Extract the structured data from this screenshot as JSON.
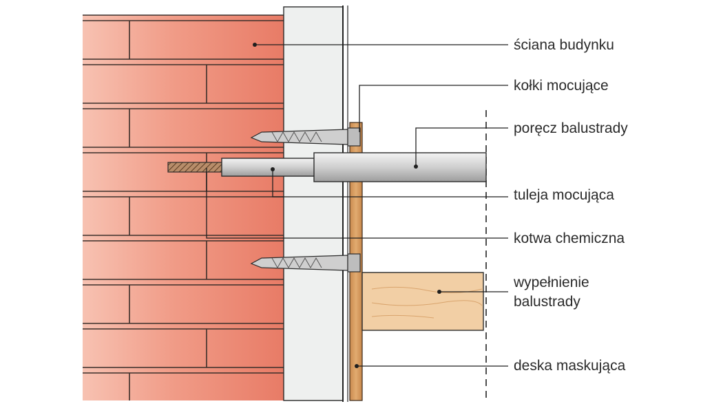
{
  "diagram": {
    "labels": {
      "wall": "ściana budynku",
      "dowels": "kołki mocujące",
      "handrail": "poręcz balustrady",
      "sleeve": "tuleja mocująca",
      "anchor": "kotwa chemiczna",
      "infill_line1": "wypełnienie",
      "infill_line2": "balustrady",
      "cover_board": "deska maskująca"
    },
    "colors": {
      "brick": "#e8705a",
      "brick_light": "#f2a58f",
      "mortar": "#f7ede6",
      "insulation": "#eef0ef",
      "wood_board": "#d99a5c",
      "infill_wood": "#f0c89c",
      "metal": "#c9c9c9",
      "line": "#222222"
    }
  }
}
